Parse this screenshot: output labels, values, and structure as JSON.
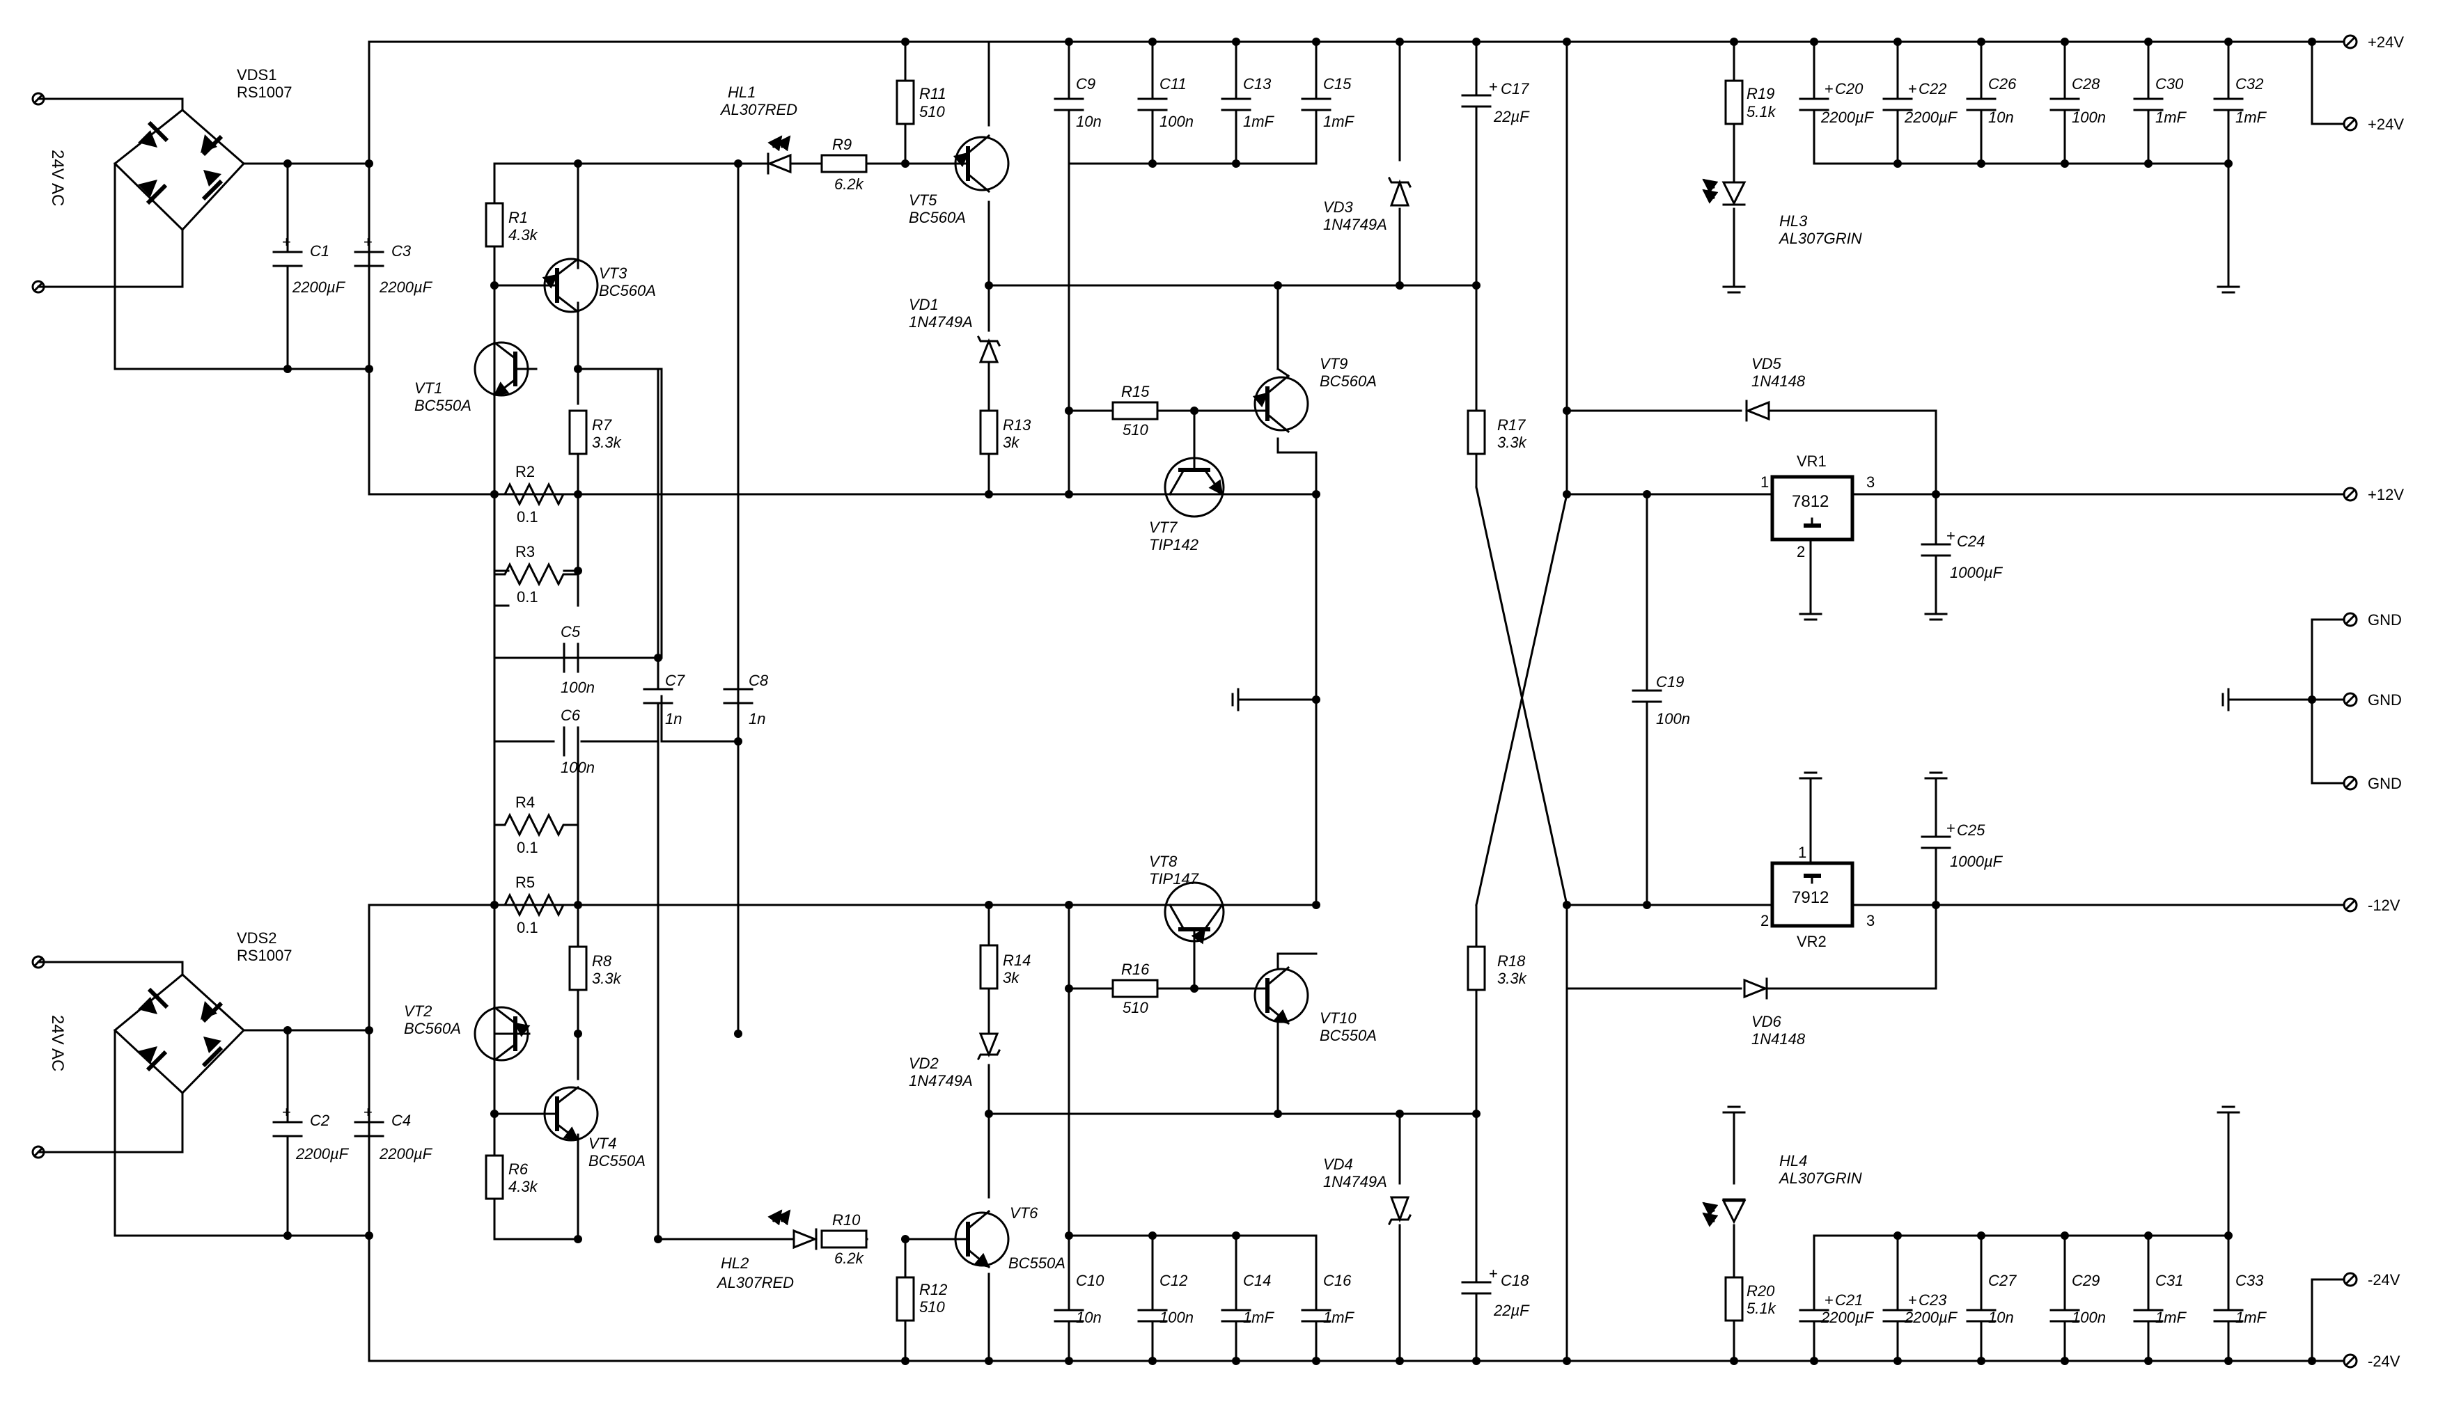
{
  "components": {
    "VDS1": {
      "ref": "VDS1",
      "value": "RS1007"
    },
    "VDS2": {
      "ref": "VDS2",
      "value": "RS1007"
    },
    "C1": {
      "ref": "C1",
      "value": "2200µF"
    },
    "C2": {
      "ref": "C2",
      "value": "2200µF"
    },
    "C3": {
      "ref": "C3",
      "value": "2200µF"
    },
    "C4": {
      "ref": "C4",
      "value": "2200µF"
    },
    "C5": {
      "ref": "C5",
      "value": "100n"
    },
    "C6": {
      "ref": "C6",
      "value": "100n"
    },
    "C7": {
      "ref": "C7",
      "value": "1n"
    },
    "C8": {
      "ref": "C8",
      "value": "1n"
    },
    "C9": {
      "ref": "C9",
      "value": "10n"
    },
    "C10": {
      "ref": "C10",
      "value": "10n"
    },
    "C11": {
      "ref": "C11",
      "value": "100n"
    },
    "C12": {
      "ref": "C12",
      "value": "100n"
    },
    "C13": {
      "ref": "C13",
      "value": "1mF"
    },
    "C14": {
      "ref": "C14",
      "value": "1mF"
    },
    "C15": {
      "ref": "C15",
      "value": "1mF"
    },
    "C16": {
      "ref": "C16",
      "value": "1mF"
    },
    "C17": {
      "ref": "C17",
      "value": "22µF"
    },
    "C18": {
      "ref": "C18",
      "value": "22µF"
    },
    "C19": {
      "ref": "C19",
      "value": "100n"
    },
    "C20": {
      "ref": "C20",
      "value": "2200µF"
    },
    "C21": {
      "ref": "C21",
      "value": "2200µF"
    },
    "C22": {
      "ref": "C22",
      "value": "2200µF"
    },
    "C23": {
      "ref": "C23",
      "value": "2200µF"
    },
    "C24": {
      "ref": "C24",
      "value": "1000µF"
    },
    "C25": {
      "ref": "C25",
      "value": "1000µF"
    },
    "C26": {
      "ref": "C26",
      "value": "10n"
    },
    "C27": {
      "ref": "C27",
      "value": "10n"
    },
    "C28": {
      "ref": "C28",
      "value": "100n"
    },
    "C29": {
      "ref": "C29",
      "value": "100n"
    },
    "C30": {
      "ref": "C30",
      "value": "1mF"
    },
    "C31": {
      "ref": "C31",
      "value": "1mF"
    },
    "C32": {
      "ref": "C32",
      "value": "1mF"
    },
    "C33": {
      "ref": "C33",
      "value": "1mF"
    },
    "R1": {
      "ref": "R1",
      "value": "4.3k"
    },
    "R2": {
      "ref": "R2",
      "value": "0.1"
    },
    "R3": {
      "ref": "R3",
      "value": "0.1"
    },
    "R4": {
      "ref": "R4",
      "value": "0.1"
    },
    "R5": {
      "ref": "R5",
      "value": "0.1"
    },
    "R6": {
      "ref": "R6",
      "value": "4.3k"
    },
    "R7": {
      "ref": "R7",
      "value": "3.3k"
    },
    "R8": {
      "ref": "R8",
      "value": "3.3k"
    },
    "R9": {
      "ref": "R9",
      "value": "6.2k"
    },
    "R10": {
      "ref": "R10",
      "value": "6.2k"
    },
    "R11": {
      "ref": "R11",
      "value": "510"
    },
    "R12": {
      "ref": "R12",
      "value": "510"
    },
    "R13": {
      "ref": "R13",
      "value": "3k"
    },
    "R14": {
      "ref": "R14",
      "value": "3k"
    },
    "R15": {
      "ref": "R15",
      "value": "510"
    },
    "R16": {
      "ref": "R16",
      "value": "510"
    },
    "R17": {
      "ref": "R17",
      "value": "3.3k"
    },
    "R18": {
      "ref": "R18",
      "value": "3.3k"
    },
    "R19": {
      "ref": "R19",
      "value": "5.1k"
    },
    "R20": {
      "ref": "R20",
      "value": "5.1k"
    },
    "VT1": {
      "ref": "VT1",
      "value": "BC550A"
    },
    "VT2": {
      "ref": "VT2",
      "value": "BC560A"
    },
    "VT3": {
      "ref": "VT3",
      "value": "BC560A"
    },
    "VT4": {
      "ref": "VT4",
      "value": "BC550A"
    },
    "VT5": {
      "ref": "VT5",
      "value": "BC560A"
    },
    "VT6": {
      "ref": "VT6",
      "value": "BC550A"
    },
    "VT7": {
      "ref": "VT7",
      "value": "TIP142"
    },
    "VT8": {
      "ref": "VT8",
      "value": "TIP147"
    },
    "VT9": {
      "ref": "VT9",
      "value": "BC560A"
    },
    "VT10": {
      "ref": "VT10",
      "value": "BC550A"
    },
    "VD1": {
      "ref": "VD1",
      "value": "1N4749A"
    },
    "VD2": {
      "ref": "VD2",
      "value": "1N4749A"
    },
    "VD3": {
      "ref": "VD3",
      "value": "1N4749A"
    },
    "VD4": {
      "ref": "VD4",
      "value": "1N4749A"
    },
    "VD5": {
      "ref": "VD5",
      "value": "1N4148"
    },
    "VD6": {
      "ref": "VD6",
      "value": "1N4148"
    },
    "HL1": {
      "ref": "HL1",
      "value": "AL307RED"
    },
    "HL2": {
      "ref": "HL2",
      "value": "AL307RED"
    },
    "HL3": {
      "ref": "HL3",
      "value": "AL307GRIN"
    },
    "HL4": {
      "ref": "HL4",
      "value": "AL307GRIN"
    },
    "VR1": {
      "ref": "VR1",
      "value": "7812",
      "pin1": "1",
      "pin2": "2",
      "pin3": "3"
    },
    "VR2": {
      "ref": "VR2",
      "value": "7912",
      "pin1": "1",
      "pin2": "2",
      "pin3": "3"
    }
  },
  "inputs": {
    "ac1": "24V AC",
    "ac2": "24V AC"
  },
  "terminals": {
    "p24a": "+24V",
    "p24b": "+24V",
    "p12": "+12V",
    "gnd1": "GND",
    "gnd2": "GND",
    "gnd3": "GND",
    "m12": "-12V",
    "m24a": "-24V",
    "m24b": "-24V"
  }
}
